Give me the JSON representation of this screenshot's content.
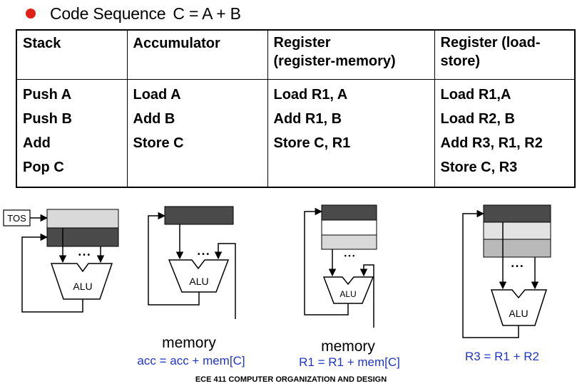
{
  "heading": {
    "label": "Code Sequence",
    "equation": "C = A + B"
  },
  "table": {
    "columns": [
      {
        "header": [
          "Stack"
        ],
        "instructions": [
          "Push A",
          "Push B",
          "Add",
          "Pop C"
        ]
      },
      {
        "header": [
          "Accumulator"
        ],
        "instructions": [
          "Load A",
          "Add B",
          "Store C"
        ]
      },
      {
        "header": [
          "Register",
          "(register-memory)"
        ],
        "instructions": [
          "Load R1, A",
          "Add R1, B",
          "Store C, R1"
        ]
      },
      {
        "header": [
          "Register (load-",
          "store)"
        ],
        "instructions": [
          "Load R1,A",
          "Load R2, B",
          "Add R3, R1, R2",
          "Store C, R3"
        ]
      }
    ]
  },
  "diagrams": {
    "stack": {
      "tos_label": "TOS",
      "alu_label": "ALU",
      "ellipsis": "• • •"
    },
    "accumulator": {
      "alu_label": "ALU",
      "memory_label": "memory",
      "equation": "acc =  acc + mem[C]",
      "ellipsis": "• • •"
    },
    "register_memory": {
      "alu_label": "ALU",
      "memory_label": "memory",
      "equation": "R1 =  R1 + mem[C]",
      "ellipsis": "• • •"
    },
    "load_store": {
      "alu_label": "ALU",
      "equation": "R3 =  R1 + R2",
      "ellipsis": "• • •"
    }
  },
  "colors": {
    "bullet": "#e0201b",
    "dark_block": "#4a4a4a",
    "mid_block": "#b9b9b9",
    "light_block": "#d9d9d9",
    "equation_text": "#1f35c8"
  },
  "footer": "ECE 411 COMPUTER ORGANIZATION AND DESIGN"
}
